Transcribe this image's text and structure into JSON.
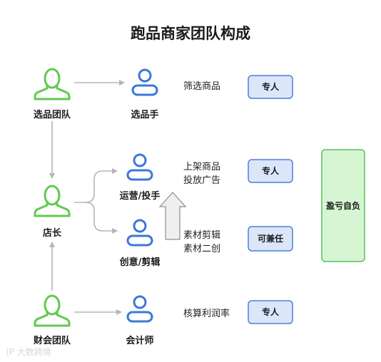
{
  "title": "跑品商家团队构成",
  "teams": {
    "selection": "选品团队",
    "manager": "店长",
    "finance": "财会团队"
  },
  "roles": {
    "selector": "选品手",
    "operator": "运营/投手",
    "creative": "创意/剪辑",
    "accountant": "会计师"
  },
  "descriptions": {
    "selector": [
      "筛选商品"
    ],
    "operator": [
      "上架商品",
      "投放广告"
    ],
    "creative": [
      "素材剪辑",
      "素材二创"
    ],
    "accountant": [
      "核算利润率"
    ]
  },
  "tags": {
    "selector": "专人",
    "operator": "专人",
    "creative": "可兼任",
    "accountant": "专人"
  },
  "profit_box": "盈亏自负",
  "watermark": "⟨P 大数跨境",
  "colors": {
    "team_icon": "#62c94f",
    "role_icon": "#3b78d8",
    "tag_fill": "#dbe6fb",
    "tag_stroke": "#4f7fd8",
    "profit_fill": "#d6f5d2",
    "profit_stroke": "#5bbf5a",
    "arrow": "#b5b5b5"
  }
}
